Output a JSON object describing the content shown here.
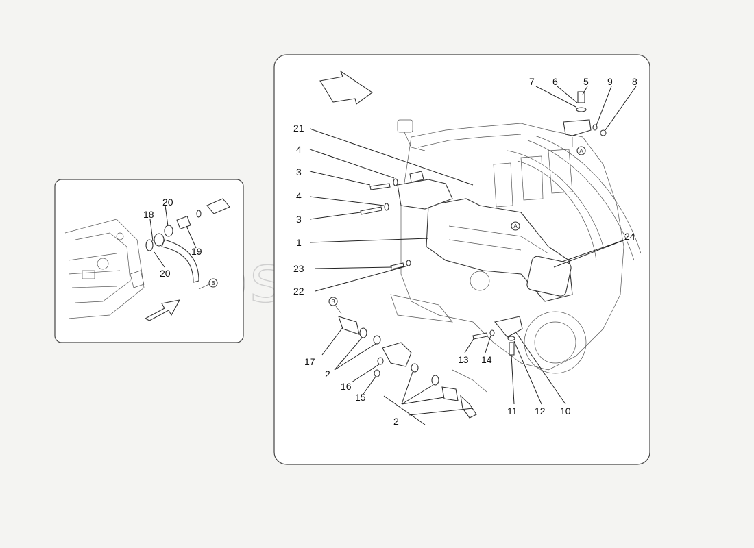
{
  "watermark": "eurospares",
  "callouts": {
    "c1": "1",
    "c2a": "2",
    "c2b": "2",
    "c3a": "3",
    "c3b": "3",
    "c4a": "4",
    "c4b": "4",
    "c5": "5",
    "c6": "6",
    "c7": "7",
    "c8": "8",
    "c9": "9",
    "c10": "10",
    "c11": "11",
    "c12": "12",
    "c13": "13",
    "c14": "14",
    "c15": "15",
    "c16": "16",
    "c17": "17",
    "c18": "18",
    "c19": "19",
    "c20a": "20",
    "c20b": "20",
    "c21": "21",
    "c22": "22",
    "c23": "23",
    "c24": "24"
  },
  "refs": {
    "a1": "A",
    "a2": "A",
    "b1": "B",
    "b2": "B"
  }
}
